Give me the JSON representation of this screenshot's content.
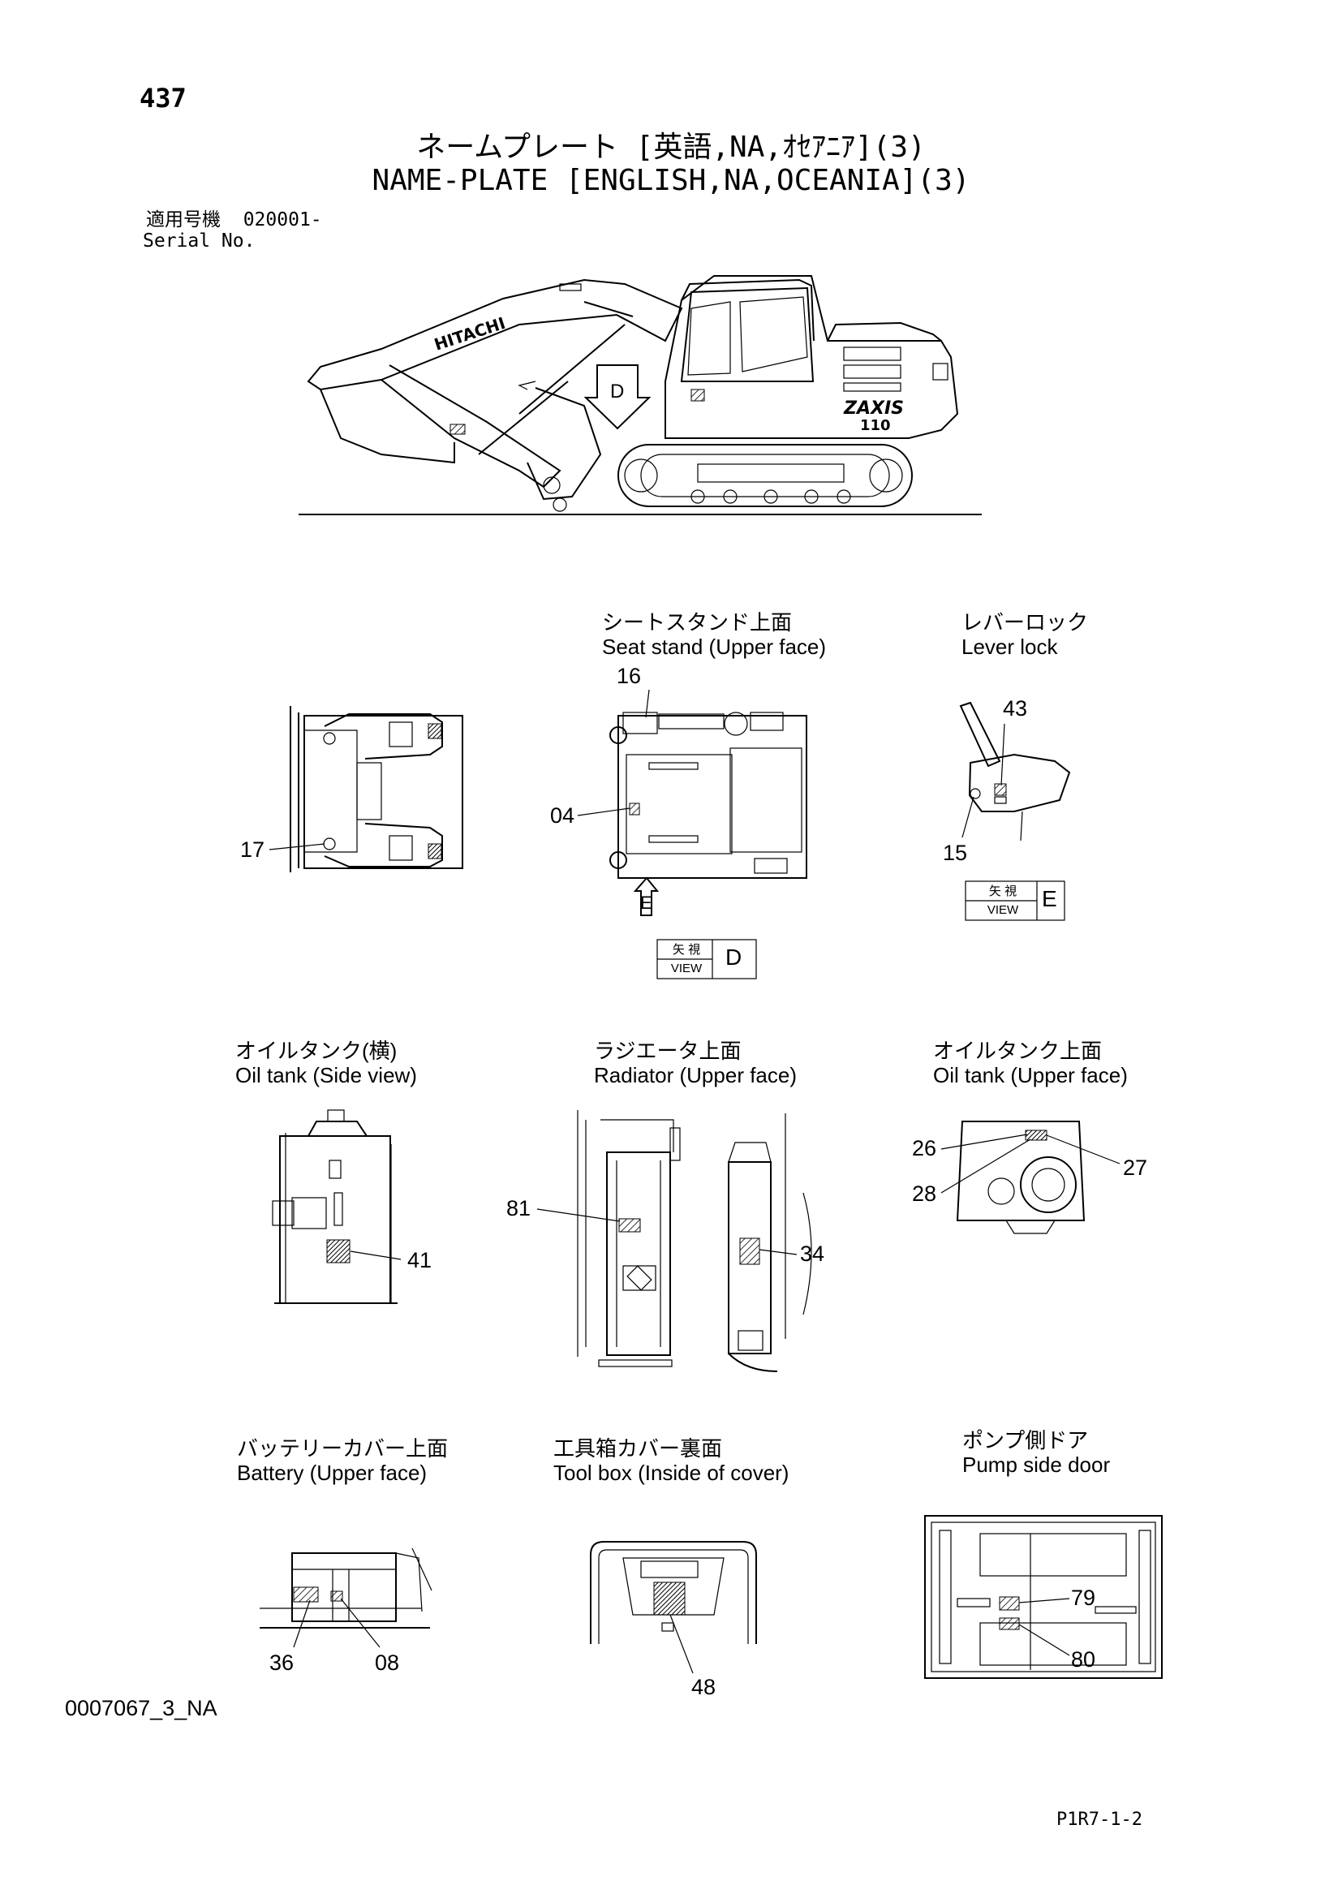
{
  "page_number": "437",
  "title_ja": "ネームプレート [英語,NA,ｵｾｱﾆｱ](3)",
  "title_en": "NAME-PLATE [ENGLISH,NA,OCEANIA](3)",
  "serial": {
    "label_ja": "適用号機",
    "value": "020001-",
    "label_en": "Serial No."
  },
  "machine": {
    "brand": "HITACHI",
    "model": "ZAXIS",
    "model_number": "110",
    "view_arrow": "D"
  },
  "sections": {
    "seat_stand": {
      "ja": "シートスタンド上面",
      "en": "Seat stand (Upper face)"
    },
    "lever_lock": {
      "ja": "レバーロック",
      "en": "Lever lock"
    },
    "oil_tank_side": {
      "ja": "オイルタンク(横)",
      "en": "Oil tank (Side view)"
    },
    "radiator": {
      "ja": "ラジエータ上面",
      "en": "Radiator (Upper face)"
    },
    "oil_tank_upper": {
      "ja": "オイルタンク上面",
      "en": "Oil tank (Upper face)"
    },
    "battery": {
      "ja": "バッテリーカバー上面",
      "en": "Battery (Upper face)"
    },
    "tool_box": {
      "ja": "工具箱カバー裏面",
      "en": "Tool box (Inside of cover)"
    },
    "pump_door": {
      "ja": "ポンプ側ドア",
      "en": "Pump side door"
    }
  },
  "callouts": {
    "c16": "16",
    "c04": "04",
    "c17": "17",
    "c43": "43",
    "c15": "15",
    "c41": "41",
    "c81": "81",
    "c34": "34",
    "c26": "26",
    "c27": "27",
    "c28": "28",
    "c36": "36",
    "c08": "08",
    "c48": "48",
    "c79": "79",
    "c80": "80"
  },
  "views": {
    "view_d": {
      "ja": "矢 視",
      "en": "VIEW",
      "letter": "D"
    },
    "view_e": {
      "ja": "矢 視",
      "en": "VIEW",
      "letter": "E"
    },
    "arrow_e": "E"
  },
  "doc_code": "0007067_3_NA",
  "footer_code": "P1R7-1-2"
}
